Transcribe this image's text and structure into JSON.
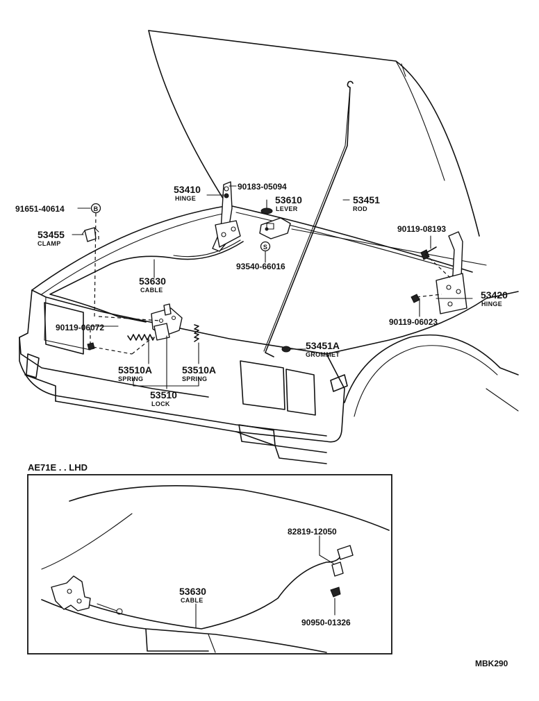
{
  "parts": {
    "p91651": "91651-40614",
    "p53455": "53455",
    "clamp": "CLAMP",
    "p53410": "53410",
    "hinge1": "HINGE",
    "p90183": "90183-05094",
    "p53610": "53610",
    "lever": "LEVER",
    "p53451": "53451",
    "rod": "ROD",
    "p93540": "93540-66016",
    "p53630": "53630",
    "cable1": "CABLE",
    "p90119a": "90119-06072",
    "p90119b": "90119-08193",
    "p53420": "53420",
    "hinge2": "HINGE",
    "p90119c": "90119-06023",
    "p53451a": "53451A",
    "grommet": "GROMMET",
    "p53510a1": "53510A",
    "spring1": "SPRING",
    "p53510a2": "53510A",
    "spring2": "SPRING",
    "p53510": "53510",
    "lock": "LOCK",
    "circB": "B",
    "circS": "S"
  },
  "inset": {
    "title": "AE71E . . LHD",
    "p82819": "82819-12050",
    "p53630": "53630",
    "cable": "CABLE",
    "p90950": "90950-01326"
  },
  "figure_code": "MBK290"
}
